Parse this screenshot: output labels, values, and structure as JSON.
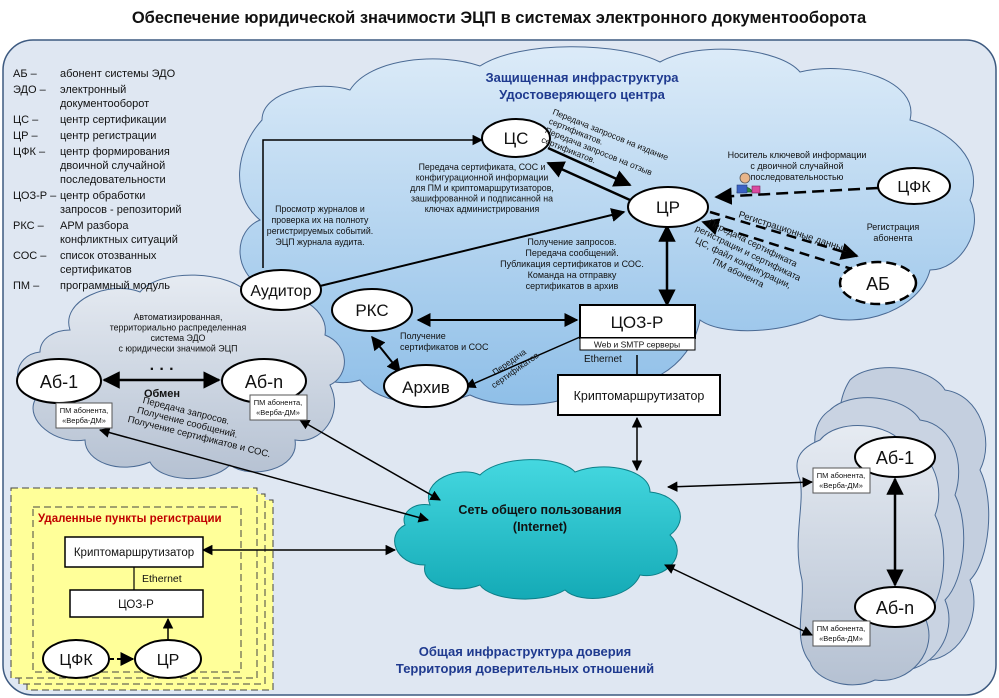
{
  "title": "Обеспечение юридической значимости ЭЦП в системах электронного документооборота",
  "legend": [
    {
      "abbr": "АБ –",
      "lines": [
        "абонент системы ЭДО"
      ]
    },
    {
      "abbr": "ЭДО –",
      "lines": [
        "электронный",
        "документооборот"
      ]
    },
    {
      "abbr": "ЦС –",
      "lines": [
        "центр сертификации"
      ]
    },
    {
      "abbr": "ЦР –",
      "lines": [
        "центр регистрации"
      ]
    },
    {
      "abbr": "ЦФК –",
      "lines": [
        "центр формирования",
        "двоичной случайной",
        "последовательности"
      ]
    },
    {
      "abbr": "ЦОЗ-Р –",
      "lines": [
        "центр обработки",
        "запросов - репозиторий"
      ]
    },
    {
      "abbr": "РКС –",
      "lines": [
        "АРМ разбора",
        "конфликтных ситуаций"
      ]
    },
    {
      "abbr": "СОС –",
      "lines": [
        "список отозванных",
        "сертификатов"
      ]
    },
    {
      "abbr": "ПМ –",
      "lines": [
        "программный модуль"
      ]
    }
  ],
  "uc": {
    "title": [
      "Защищенная инфраструктура",
      "Удостоверяющего центра"
    ],
    "nodes": {
      "cs": "ЦС",
      "cr": "ЦР",
      "cfk": "ЦФК",
      "ab": "АБ",
      "auditor": "Аудитор",
      "rks": "РКС",
      "archive": "Архив",
      "coz": "ЦОЗ-Р",
      "coz_sub": "Web и SMTP серверы",
      "ethernet": "Ethernet",
      "crypto": "Криптомаршрутизатор"
    },
    "labels": {
      "cs_requests": [
        "Передача запросов на издание",
        "сертификатов.",
        "Передача запросов на отзыв",
        "сертификатов."
      ],
      "cert_transfer": [
        "Передача сертификата, СОС и",
        "конфигурационной информации",
        "для ПМ и криптомаршрутизаторов,",
        "зашифрованной и подписанной на",
        "ключах администрирования"
      ],
      "key_media": [
        "Носитель ключевой информации",
        "с двоичной случайной",
        "последовательностью"
      ],
      "audit": [
        "Просмотр журналов и",
        "проверка их на полноту",
        "регистрируемых событий.",
        "ЭЦП журнала аудита."
      ],
      "reg_data": "Регистрационные данные",
      "reg_ab": [
        "Регистрация",
        "абонента"
      ],
      "coz_ops": [
        "Получение запросов.",
        "Передача сообщений.",
        "Публикация сертификатов и СОС.",
        "Команда на отправку",
        "сертификатов в архив"
      ],
      "ab_transfer": [
        "Передача сертификата",
        "регистрации и сертификата",
        "ЦС, файл конфигурации,",
        "ПМ абонента"
      ],
      "rks_get": [
        "Получение",
        "сертификатов и СОС"
      ],
      "archive_send": [
        "Передача",
        "сертификатов"
      ]
    }
  },
  "left_cloud": {
    "title": [
      "Автоматизированная,",
      "территориально распределенная",
      "система ЭДО",
      "с юридически значимой ЭЦП"
    ],
    "ab1": "Аб-1",
    "abn": "Аб-n",
    "dots": "· · ·",
    "exchange": "Обмен",
    "pm": [
      "ПМ абонента,",
      "«Верба-ДМ»"
    ],
    "ops": [
      "Передача запросов.",
      "Получение сообщений.",
      "Получение сертификатов и СОС."
    ]
  },
  "internet": [
    "Сеть общего пользования",
    "(Internet)"
  ],
  "right": {
    "ab1": "Аб-1",
    "abn": "Аб-n",
    "pm": [
      "ПМ абонента,",
      "«Верба-ДМ»"
    ]
  },
  "remote": {
    "title": "Удаленные пункты регистрации",
    "crypto": "Криптомаршрутизатор",
    "ethernet": "Ethernet",
    "coz": "ЦОЗ-Р",
    "cfk": "ЦФК",
    "cr": "ЦР"
  },
  "trust": [
    "Общая инфраструктура доверия",
    "Территория доверительных отношений"
  ],
  "colors": {
    "frame": "#dde6f2",
    "uc_cloud": "#a9cdec",
    "edo_cloud": "#c8d3e2",
    "internet": "#22c2cc",
    "remote": "#ffff99",
    "title_blue": "#1f3a8f",
    "remote_title": "#c00000"
  }
}
